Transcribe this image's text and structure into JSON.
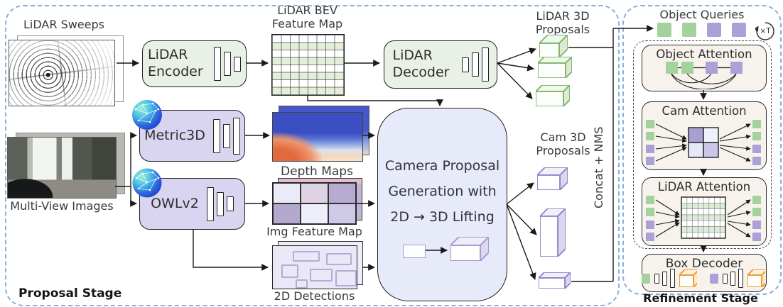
{
  "stages": {
    "proposal_label": "Proposal Stage",
    "refinement_label": "Refinement Stage"
  },
  "nodes": {
    "lidar_sweeps": "LiDAR Sweeps",
    "multi_view_images": "Multi-View Images",
    "lidar_encoder": "LiDAR Encoder",
    "bev_feature_map": "LiDAR BEV Feature Map",
    "lidar_decoder": "LiDAR Decoder",
    "lidar_proposals": "LiDAR 3D Proposals",
    "metric3d": "Metric3D",
    "owlv2": "OWLv2",
    "depth_maps": "Depth Maps",
    "img_feature_map": "Img Feature Map",
    "detections_2d": "2D Detections",
    "cam_proposals": "Cam 3D Proposals",
    "concat_nms": "Concat + NMS"
  },
  "camera_generator": {
    "line1": "Camera Proposal",
    "line2": "Generation with",
    "line3": "2D → 3D Lifting"
  },
  "refinement": {
    "object_queries": "Object Queries",
    "loop_label": "×T",
    "object_attention": "Object Attention",
    "cam_attention": "Cam Attention",
    "lidar_attention": "LiDAR Attention",
    "box_decoder": "Box Decoder"
  },
  "colors": {
    "stage_border": "#85b1dc",
    "lidar_green_fill": "#e9f1e6",
    "camera_purple_fill": "#d9d5f1",
    "camera_generator_fill": "#e7eaf8",
    "attention_fill": "#f7f3ec",
    "query_green": "#a4d29c",
    "query_purple": "#a9a1d8",
    "lidar_cube_stroke": "#7cb266",
    "cam_cube_stroke": "#8a82c8",
    "decoder_cube_orange": "#f09d32"
  }
}
